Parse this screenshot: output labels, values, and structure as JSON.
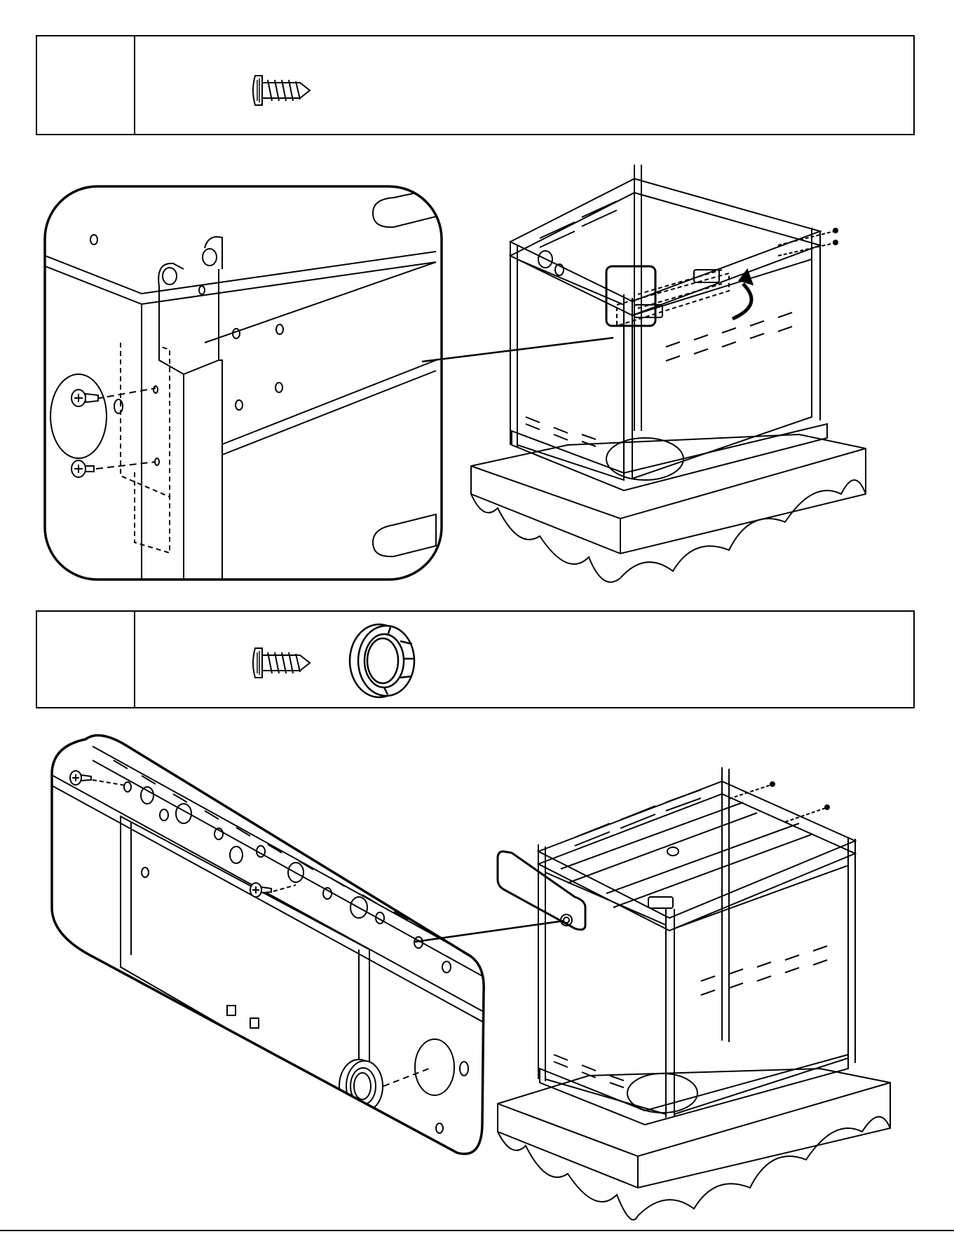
{
  "steps": [
    {
      "id": "step-a",
      "parts": [
        {
          "icon": "screw-icon"
        }
      ],
      "detail": {
        "icon": "leg-bracket-detail"
      },
      "overview": {
        "icon": "cart-frame-side-panel-overview"
      }
    },
    {
      "id": "step-b",
      "parts": [
        {
          "icon": "screw-icon"
        },
        {
          "icon": "grommet-icon"
        }
      ],
      "detail": {
        "icon": "panel-grommet-detail"
      },
      "overview": {
        "icon": "cart-frame-front-panel-overview"
      }
    }
  ],
  "colors": {
    "line": "#000000",
    "background": "#ffffff",
    "shade": "#dddddd"
  }
}
